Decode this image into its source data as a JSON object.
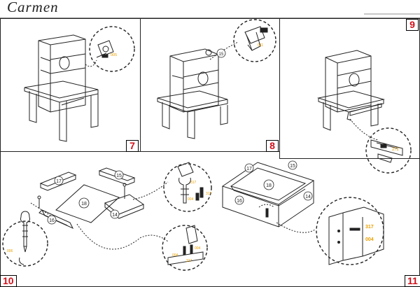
{
  "header": {
    "title": "Carmen"
  },
  "steps": {
    "s7": "7",
    "s8": "8",
    "s9": "9",
    "s10": "10",
    "s11": "11"
  },
  "colors": {
    "step_number": "#d0101a",
    "part_code": "#e8a000",
    "line": "#222222"
  },
  "parts": {
    "p14": "14",
    "p15": "15",
    "p16": "16",
    "p17": "17",
    "p18": "18"
  },
  "codes": {
    "c005": "005",
    "c011": "011",
    "c272": "272",
    "c317": "317",
    "c004": "004",
    "c006": "006"
  }
}
